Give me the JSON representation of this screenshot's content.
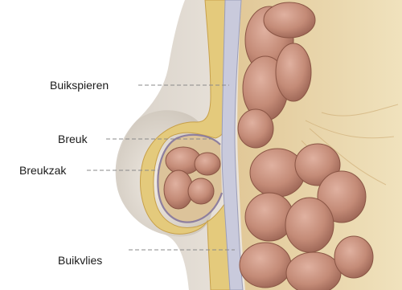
{
  "labels": {
    "muscles": "Buikspieren",
    "hernia": "Breuk",
    "sac": "Breukzak",
    "peritoneum": "Buikvlies"
  },
  "colors": {
    "background": "#ffffff",
    "skin": "#e2dbd2",
    "fat": "#e6cf86",
    "membrane": "#c6c7d8",
    "intestine": "#c8907d",
    "cavity": "#e7d5aa",
    "leader_line": "#8a8a8a"
  }
}
